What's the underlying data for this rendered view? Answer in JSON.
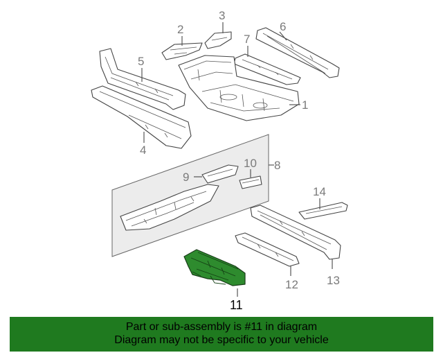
{
  "callouts": {
    "c1": "1",
    "c2": "2",
    "c3": "3",
    "c4": "4",
    "c5": "5",
    "c6": "6",
    "c7": "7",
    "c8": "8",
    "c9": "9",
    "c10": "10",
    "c11": "11",
    "c12": "12",
    "c13": "13",
    "c14": "14"
  },
  "highlight_color": "#2e8b2e",
  "banner": {
    "line1": "Part or sub-assembly is #11 in diagram",
    "line2": "Diagram may not be specific to your vehicle",
    "color": "#1f7a1f"
  }
}
